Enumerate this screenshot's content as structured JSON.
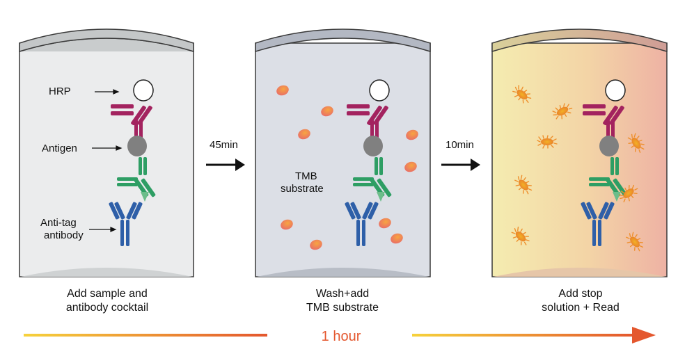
{
  "panels": [
    {
      "caption": [
        "Add sample and",
        "antibody cocktail"
      ],
      "labels": {
        "hrp": "HRP",
        "antigen": "Antigen",
        "anti_tag": [
          "Anti-tag",
          "antibody"
        ]
      }
    },
    {
      "caption": [
        "Wash+add",
        "TMB substrate"
      ],
      "labels": {
        "tmb": [
          "TMB",
          "substrate"
        ]
      }
    },
    {
      "caption": [
        "Add stop",
        "solution + Read"
      ],
      "labels": {}
    }
  ],
  "steps": [
    {
      "time": "45min"
    },
    {
      "time": "10min"
    }
  ],
  "timeline": {
    "label": "1 hour"
  },
  "colors": {
    "hrp_antibody": "#a3235f",
    "capture_antibody": "#2e9e64",
    "anti_tag_antibody": "#2e5fa8",
    "antigen": "#808080",
    "accent_orange": "#e4572e",
    "timeline_start": "#f6d23c",
    "timeline_end": "#e4572e"
  }
}
